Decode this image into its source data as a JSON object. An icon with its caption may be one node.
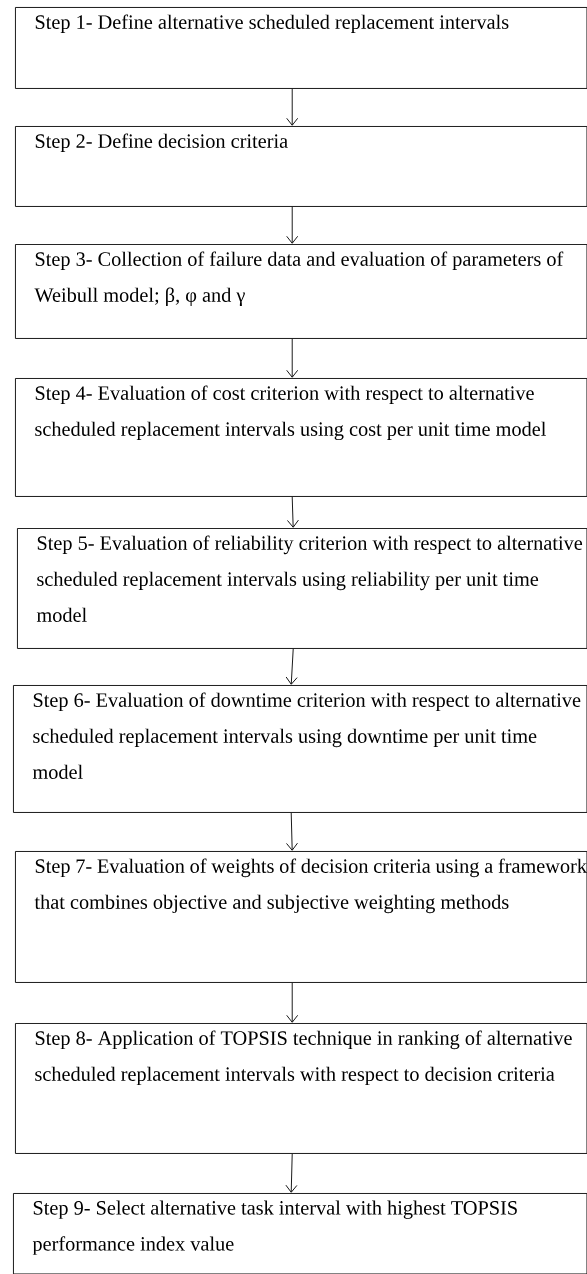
{
  "diagram": {
    "nodes": [
      {
        "text": [
          "Step 1- Define alternative scheduled replacement intervals"
        ]
      },
      {
        "text": [
          "Step 2- Define decision criteria"
        ]
      },
      {
        "text": [
          "Step 3- Collection of failure data and evaluation of parameters of Weibull model; β, φ and γ"
        ]
      },
      {
        "text": [
          "Step 4- Evaluation of cost criterion with respect to alternative scheduled replacement intervals using cost per unit time model"
        ]
      },
      {
        "text": [
          "Step 5- Evaluation of reliability criterion with respect to alternative scheduled replacement intervals using reliability per unit time model"
        ]
      },
      {
        "text": [
          "Step 6- Evaluation of downtime criterion with respect to alternative scheduled replacement intervals using downtime per unit time model"
        ]
      },
      {
        "text": [
          "Step 7- Evaluation of weights of decision criteria using a framework that combines objective and subjective weighting methods"
        ]
      },
      {
        "text": [
          "Step 8- Application of TOPSIS technique in ranking of alternative scheduled replacement intervals with respect to decision criteria"
        ]
      },
      {
        "text": [
          "Step 9- Select alternative task interval with highest TOPSIS performance index value"
        ]
      }
    ],
    "edges": [
      {
        "from": 0,
        "to": 1,
        "arrow": "to"
      },
      {
        "from": 1,
        "to": 2,
        "arrow": "to"
      },
      {
        "from": 2,
        "to": 3,
        "arrow": "to"
      },
      {
        "from": 3,
        "to": 4,
        "arrow": "to"
      },
      {
        "from": 4,
        "to": 5,
        "arrow": "to"
      },
      {
        "from": 5,
        "to": 6,
        "arrow": "to"
      },
      {
        "from": 6,
        "to": 7,
        "arrow": "to"
      },
      {
        "from": 7,
        "to": 8,
        "arrow": "to"
      }
    ]
  }
}
